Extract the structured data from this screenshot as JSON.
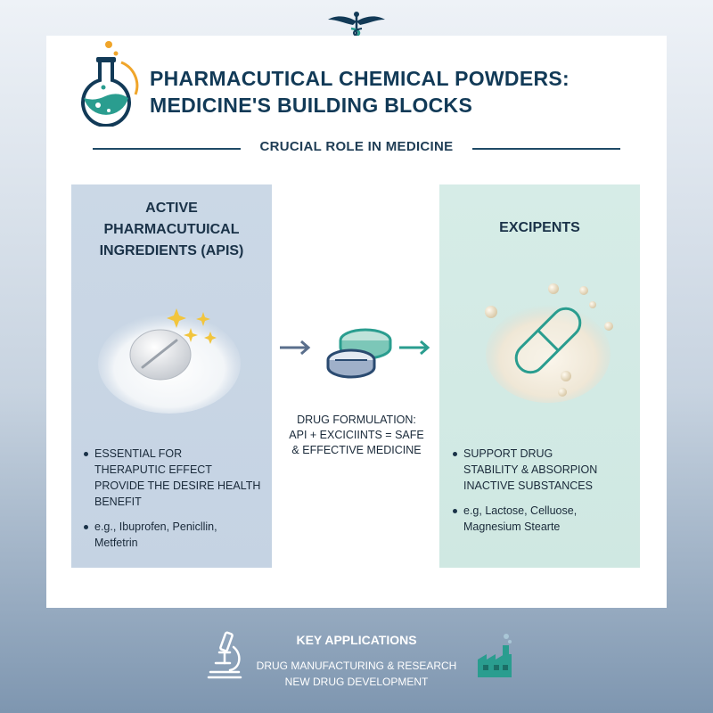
{
  "header": {
    "title_line1": "PHARMACUTICAL CHEMICAL POWDERS:",
    "title_line2": "MEDICINE'S BUILDING BLOCKS",
    "subtitle": "CRUCIAL ROLE IN MEDICINE"
  },
  "left_panel": {
    "heading_line1": "ACTIVE",
    "heading_line2": "PHARMACUTUICAL",
    "heading_line3": "INGREDIENTS (APIS)",
    "bullet1_line1": "ESSENTIAL FOR",
    "bullet1_line2": "THERAPUTIC EFFECT",
    "bullet1_line3": "PROVIDE THE DESIRE HEALTH BENEFIT",
    "bullet2_line1": "e.g., Ibuprofen, Penicllin,",
    "bullet2_line2": "Metfetrin"
  },
  "center": {
    "line1": "DRUG FORMULATION:",
    "line2": "API + EXCICIINTS = SAFE",
    "line3": "& EFFECTIVE MEDICINE"
  },
  "right_panel": {
    "heading": "EXCIPENTS",
    "bullet1_line1": "SUPPORT DRUG",
    "bullet1_line2": "STABILITY & ABSORPION",
    "bullet1_line3": "INACTIVE SUBSTANCES",
    "bullet2_line1": "e.g, Lactose, Celluose,",
    "bullet2_line2": "Magnesium Stearte"
  },
  "footer": {
    "title": "KEY APPLICATIONS",
    "line1": "DRUG MANUFACTURING & RESEARCH",
    "line2": "NEW DRUG DEVELOPMENT"
  },
  "icons": [
    "caduceus-icon",
    "flask-icon",
    "sparkle-icon",
    "tablet-icon",
    "capsule-icon",
    "arrow-right-icon",
    "microscope-icon",
    "factory-icon"
  ],
  "colors": {
    "navy": "#123a57",
    "teal": "#2a9d8f",
    "slate": "#5a6f8c"
  }
}
